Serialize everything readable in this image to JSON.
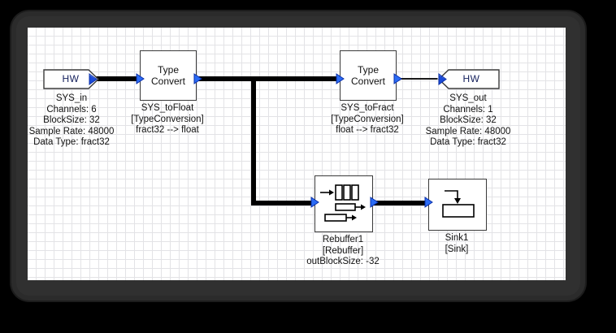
{
  "app": {
    "kind": "block-diagram-editor",
    "canvas_background": "#ffffff",
    "grid_color": "#e3e3e6",
    "wire_color": "#000000",
    "port_color": "#1b4bd8",
    "block_border_color": "#3a3a3a",
    "text_color": "#111111"
  },
  "blocks": [
    {
      "id": "sys-in",
      "shape": "hw-pentagon-right",
      "inner_label": "HW",
      "caption": [
        "SYS_in",
        "Channels: 6",
        "BlockSize: 32",
        "Sample Rate: 48000",
        "Data Type: fract32"
      ],
      "ports": {
        "in": 0,
        "out": 1
      }
    },
    {
      "id": "sys-tofloat",
      "shape": "rectangle",
      "inner_label": "Type\nConvert",
      "inner_line1": "Type",
      "inner_line2": "Convert",
      "caption": [
        "SYS_toFloat",
        "[TypeConversion]",
        "fract32 --> float"
      ],
      "ports": {
        "in": 1,
        "out": 1
      }
    },
    {
      "id": "sys-tofract",
      "shape": "rectangle",
      "inner_label": "Type\nConvert",
      "inner_line1": "Type",
      "inner_line2": "Convert",
      "caption": [
        "SYS_toFract",
        "[TypeConversion]",
        "float --> fract32"
      ],
      "ports": {
        "in": 1,
        "out": 1
      }
    },
    {
      "id": "sys-out",
      "shape": "hw-pentagon-left",
      "inner_label": "HW",
      "caption": [
        "SYS_out",
        "Channels: 1",
        "BlockSize: 32",
        "Sample Rate: 48000",
        "Data Type: fract32"
      ],
      "ports": {
        "in": 1,
        "out": 0
      }
    },
    {
      "id": "rebuffer1",
      "shape": "rectangle-icon",
      "icon": "rebuffer-icon",
      "caption": [
        "Rebuffer1",
        "[Rebuffer]",
        "outBlockSize: -32"
      ],
      "ports": {
        "in": 1,
        "out": 1
      }
    },
    {
      "id": "sink1",
      "shape": "rectangle-icon",
      "icon": "sink-icon",
      "caption": [
        "Sink1",
        "[Sink]"
      ],
      "ports": {
        "in": 1,
        "out": 0
      }
    }
  ],
  "labels": {
    "hw_in": "HW",
    "hw_out": "HW",
    "type_convert_l1": "Type",
    "type_convert_l2": "Convert",
    "sys_in": {
      "name": "SYS_in",
      "channels": "Channels: 6",
      "blocksize": "BlockSize: 32",
      "samplerate": "Sample Rate: 48000",
      "datatype": "Data Type: fract32"
    },
    "sys_out": {
      "name": "SYS_out",
      "channels": "Channels: 1",
      "blocksize": "BlockSize: 32",
      "samplerate": "Sample Rate: 48000",
      "datatype": "Data Type: fract32"
    },
    "sys_tofloat": {
      "name": "SYS_toFloat",
      "type": "[TypeConversion]",
      "conversion": "fract32 --> float"
    },
    "sys_tofract": {
      "name": "SYS_toFract",
      "type": "[TypeConversion]",
      "conversion": "float --> fract32"
    },
    "rebuffer1": {
      "name": "Rebuffer1",
      "type": "[Rebuffer]",
      "param": "outBlockSize: -32"
    },
    "sink1": {
      "name": "Sink1",
      "type": "[Sink]"
    }
  },
  "connections": [
    {
      "from": "sys-in",
      "to": "sys-tofloat",
      "style": "thick"
    },
    {
      "from": "sys-tofloat",
      "to": "sys-tofract",
      "style": "thick"
    },
    {
      "from": "sys-tofloat",
      "to": "rebuffer1",
      "style": "thick-branch"
    },
    {
      "from": "sys-tofract",
      "to": "sys-out",
      "style": "thin"
    },
    {
      "from": "rebuffer1",
      "to": "sink1",
      "style": "thick"
    }
  ]
}
